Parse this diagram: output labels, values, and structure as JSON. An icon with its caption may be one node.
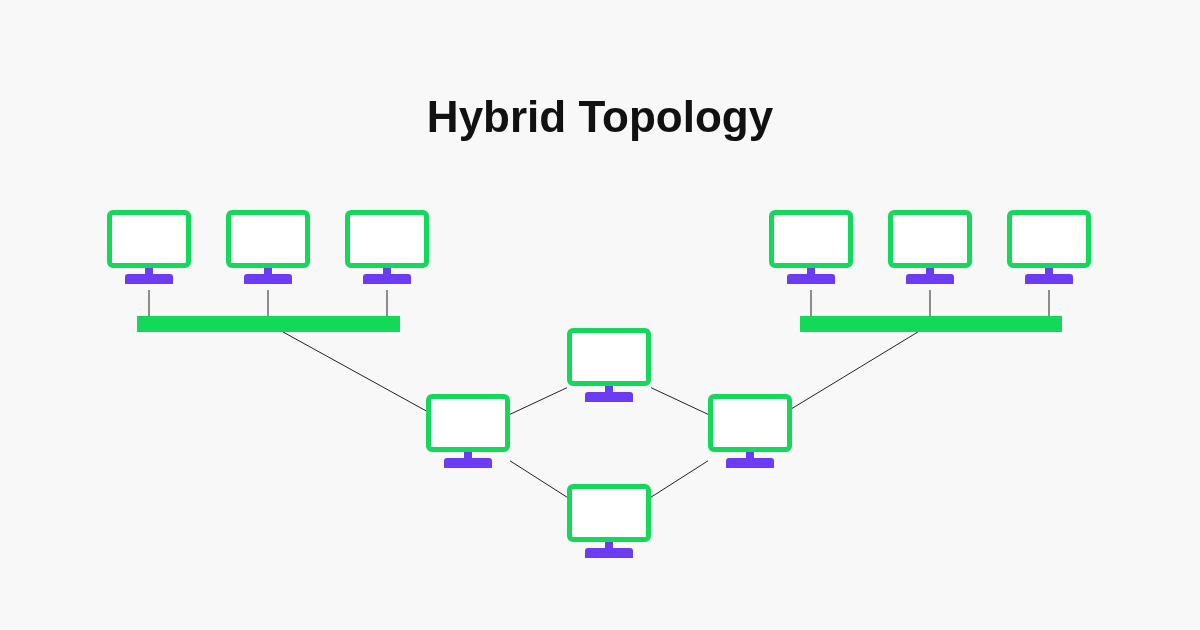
{
  "diagram": {
    "title": "Hybrid Topology",
    "nodes": [
      {
        "text": [],
        "shape": "computer"
      },
      {
        "text": [],
        "shape": "computer"
      },
      {
        "text": [],
        "shape": "computer"
      },
      {
        "text": [],
        "shape": "computer"
      },
      {
        "text": [],
        "shape": "computer"
      },
      {
        "text": [],
        "shape": "computer"
      },
      {
        "text": [],
        "shape": "bar"
      },
      {
        "text": [],
        "shape": "bar"
      },
      {
        "text": [],
        "shape": "computer"
      },
      {
        "text": [],
        "shape": "computer"
      },
      {
        "text": [],
        "shape": "computer"
      },
      {
        "text": [],
        "shape": "computer"
      }
    ],
    "edges": [
      {
        "from": 0,
        "to": 6,
        "arrow": "none"
      },
      {
        "from": 1,
        "to": 6,
        "arrow": "none"
      },
      {
        "from": 2,
        "to": 6,
        "arrow": "none"
      },
      {
        "from": 3,
        "to": 7,
        "arrow": "none"
      },
      {
        "from": 4,
        "to": 7,
        "arrow": "none"
      },
      {
        "from": 5,
        "to": 7,
        "arrow": "none"
      },
      {
        "from": 6,
        "to": 9,
        "arrow": "none"
      },
      {
        "from": 7,
        "to": 10,
        "arrow": "none"
      },
      {
        "from": 9,
        "to": 8,
        "arrow": "none"
      },
      {
        "from": 8,
        "to": 10,
        "arrow": "none"
      },
      {
        "from": 10,
        "to": 11,
        "arrow": "none"
      },
      {
        "from": 11,
        "to": 9,
        "arrow": "none"
      }
    ]
  }
}
